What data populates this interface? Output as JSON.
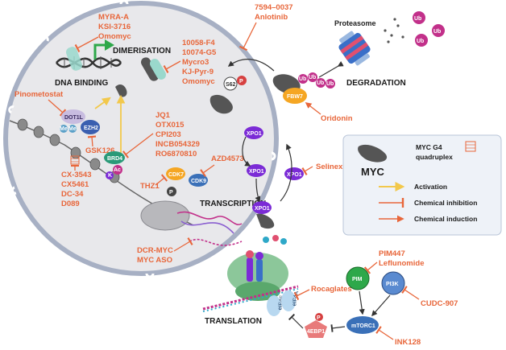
{
  "processes": {
    "dna_binding": "DNA BINDING",
    "dimerisation": "DIMERISATION",
    "degradation": "DEGRADATION",
    "transcription": "TRANSCRIPTION",
    "translation": "TRANSLATION",
    "proteasome": "Proteasome"
  },
  "drug_groups": {
    "dna_binding": [
      "MYRA-A",
      "KSI-3716",
      "Omomyc"
    ],
    "dimerisation": [
      "10058-F4",
      "10074-G5",
      "Mycro3",
      "KJ-Pyr-9",
      "Omomyc"
    ],
    "degradation_inhib": [
      "7594–0037",
      "Anlotinib"
    ],
    "dot1l": [
      "Pinometostat"
    ],
    "bet": [
      "JQ1",
      "OTX015",
      "CPI203",
      "INCB054329",
      "RO6870810"
    ],
    "ezh2": [
      "GSK126"
    ],
    "g4": [
      "CX-3543",
      "CX5461",
      "DC-34",
      "D089"
    ],
    "cdk7": [
      "THZ1"
    ],
    "cdk9": [
      "AZD4573"
    ],
    "fbw7": [
      "Oridonin"
    ],
    "xpo1": [
      "Selinexor"
    ],
    "aso": [
      "DCR-MYC",
      "MYC ASO"
    ],
    "pim": [
      "PIM447",
      "Leflunomide"
    ],
    "pi3k": [
      "CUDC-907"
    ],
    "eif4a": [
      "Rocaglates"
    ],
    "mtorc1": [
      "INK128"
    ]
  },
  "molecules": {
    "dot1l": "DOT1L",
    "ezh2": "EZH2",
    "me": "Me",
    "brd4": "BRD4",
    "ac": "Ac",
    "k": "K",
    "cdk7": "CDK7",
    "cdk9": "CDK9",
    "p": "P",
    "s62": "S62",
    "fbw7": "FBW7",
    "xpo1": "XPO1",
    "ub": "Ub",
    "pim": "PIM",
    "pi3k": "PI3K",
    "mtorc1": "mTORC1",
    "eif4e": "eIF4E",
    "eif4a": "eIF4A",
    "4ebp1": "4EBP1"
  },
  "legend": {
    "myc": "MYC",
    "g4_line1": "MYC G4",
    "g4_line2": "quadruplex",
    "activation": "Activation",
    "chem_inhibition": "Chemical inhibition",
    "chem_induction": "Chemical induction"
  },
  "colors": {
    "drug_text": "#e8663a",
    "activation": "#f2c84b",
    "inhibition": "#e8663a",
    "nucleus_fill": "#e8e8eb",
    "nucleus_border": "#a7b0c4",
    "xpo1": "#7b2bd6",
    "ub": "#c2308a",
    "myc": "#555555",
    "legend_bg": "#eef2f8"
  }
}
